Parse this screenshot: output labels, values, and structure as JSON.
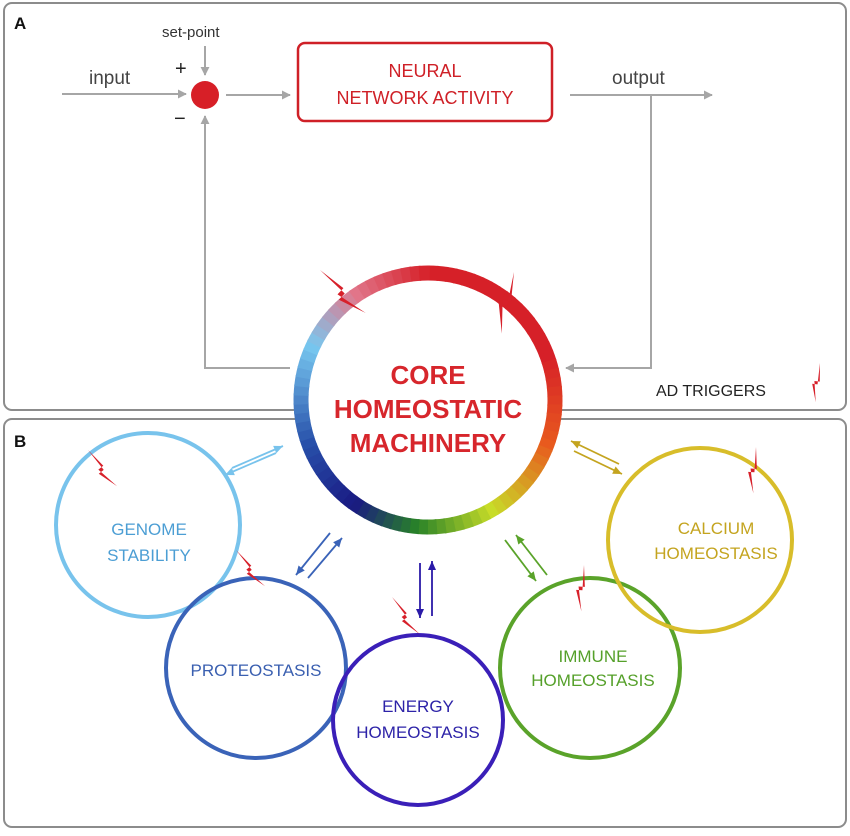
{
  "panels": {
    "a_label": "A",
    "b_label": "B"
  },
  "feedback": {
    "setpoint_label": "set-point",
    "input_label": "input",
    "output_label": "output",
    "plus_sign": "+",
    "minus_sign": "−",
    "comparator_color": "#d71f27",
    "neural_box_line1": "NEURAL",
    "neural_box_line2": "NETWORK ACTIVITY",
    "neural_box_color": "#cf2027"
  },
  "core": {
    "line1": "CORE",
    "line2": "HOMEOSTATIC",
    "line3": "MACHINERY",
    "text_color": "#d7262c"
  },
  "legend": {
    "ad_triggers_label": "AD TRIGGERS",
    "bolt_color": "#d7202a"
  },
  "satellites": [
    {
      "key": "genome",
      "line1": "GENOME",
      "line2": "STABILITY",
      "color": "#78c3ec",
      "text_color": "#4c9ed4"
    },
    {
      "key": "proteostasis",
      "line1": "PROTEOSTASIS",
      "line2": "",
      "color": "#3a63b8",
      "text_color": "#3a5fb0"
    },
    {
      "key": "energy",
      "line1": "ENERGY",
      "line2": "HOMEOSTASIS",
      "color": "#3a1fb8",
      "text_color": "#2d23a8"
    },
    {
      "key": "immune",
      "line1": "IMMUNE",
      "line2": "HOMEOSTASIS",
      "color": "#5aa32a",
      "text_color": "#55a02a"
    },
    {
      "key": "calcium",
      "line1": "CALCIUM",
      "line2": "HOMEOSTASIS",
      "color": "#d8bd2a",
      "text_color": "#c4a41f"
    }
  ]
}
